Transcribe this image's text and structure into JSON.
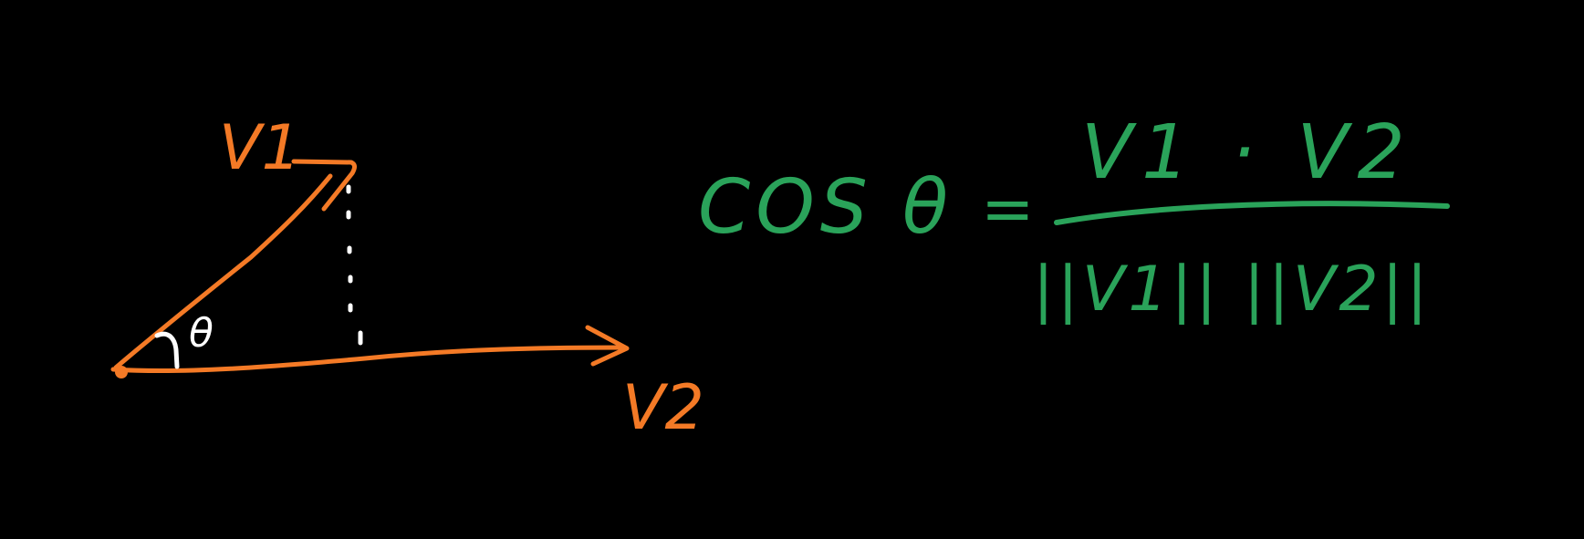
{
  "diagram": {
    "vectors": {
      "v1_label": "V1",
      "v2_label": "V2",
      "angle_label": "θ"
    },
    "formula": {
      "lhs": "COS θ",
      "equals": "=",
      "numerator": "V1 · V2",
      "denominator": "||V1|| ||V2||"
    }
  },
  "colors": {
    "background": "#000000",
    "vector": "#f47a26",
    "formula": "#2aa35a",
    "annotation": "#ffffff"
  }
}
